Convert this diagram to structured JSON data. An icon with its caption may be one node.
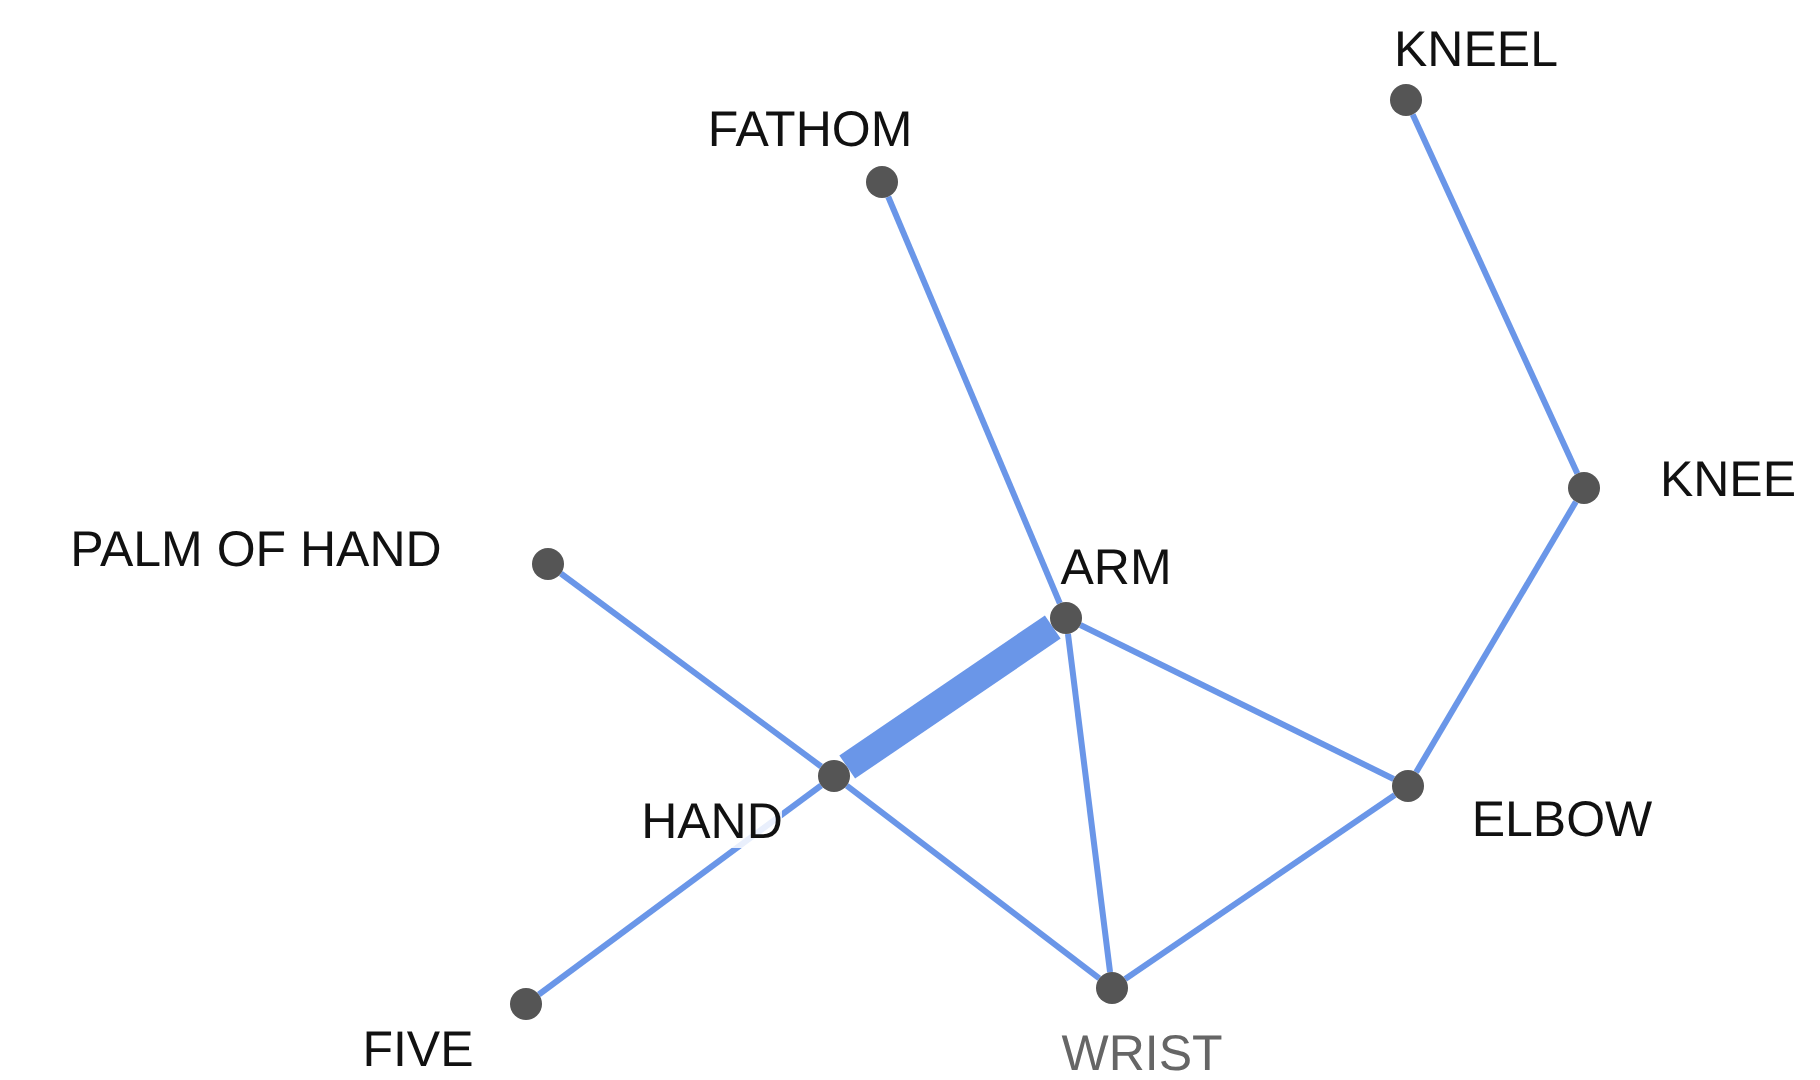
{
  "diagram": {
    "nodes": [
      {
        "text": [
          "KNEEL"
        ]
      },
      {
        "text": [
          "FATHOM"
        ]
      },
      {
        "text": [
          "KNEE"
        ]
      },
      {
        "text": [
          "PALM OF HAND"
        ]
      },
      {
        "text": [
          "ARM"
        ]
      },
      {
        "text": [
          "HAND"
        ]
      },
      {
        "text": [
          "ELBOW"
        ]
      },
      {
        "text": [
          "FIVE"
        ]
      },
      {
        "text": [
          "WRIST"
        ]
      }
    ],
    "edges": [
      {
        "from": 1,
        "to": 4,
        "arrow": "none"
      },
      {
        "from": 0,
        "to": 2,
        "arrow": "none"
      },
      {
        "from": 2,
        "to": 6,
        "arrow": "none"
      },
      {
        "from": 3,
        "to": 5,
        "arrow": "none"
      },
      {
        "from": 5,
        "to": 4,
        "arrow": "none",
        "style": "thick"
      },
      {
        "from": 4,
        "to": 6,
        "arrow": "none"
      },
      {
        "from": 4,
        "to": 8,
        "arrow": "none"
      },
      {
        "from": 5,
        "to": 8,
        "arrow": "none"
      },
      {
        "from": 6,
        "to": 8,
        "arrow": "none"
      },
      {
        "from": 7,
        "to": 5,
        "arrow": "none"
      }
    ]
  }
}
